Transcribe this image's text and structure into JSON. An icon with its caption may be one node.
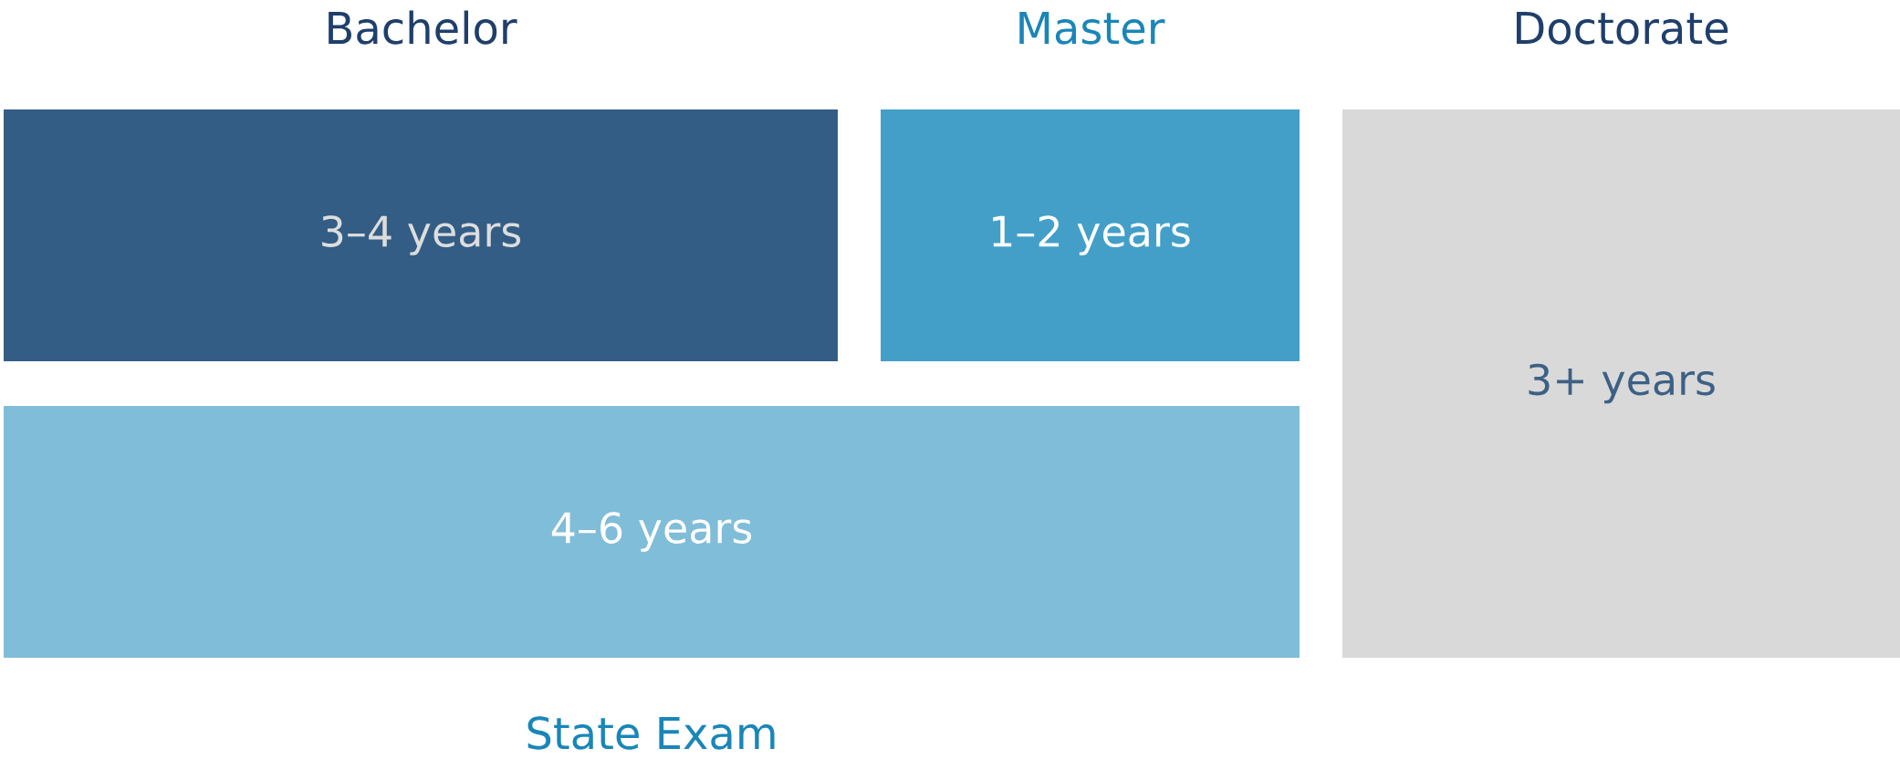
{
  "diagram": {
    "nodes": [
      {
        "text": [
          "Bachelor",
          "3–4 years"
        ]
      },
      {
        "text": [
          "Master",
          "1–2 years"
        ]
      },
      {
        "text": [
          "Doctorate",
          "3+ years"
        ]
      },
      {
        "text": [
          "4–6 years",
          "State Exam"
        ]
      }
    ],
    "edges": []
  }
}
